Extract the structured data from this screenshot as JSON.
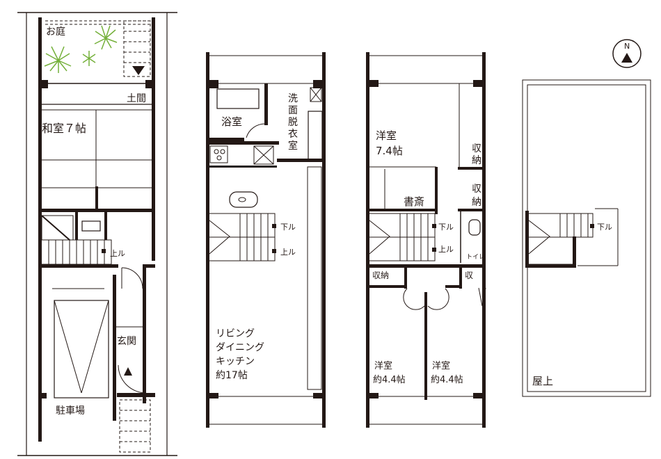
{
  "colors": {
    "ink": "#231815",
    "plant": "#74b03a",
    "background": "#ffffff"
  },
  "compass": {
    "letter": "N",
    "icon": "north-arrow-icon"
  },
  "floor1": {
    "garden": "お庭",
    "doma": "土間",
    "washitsu": "和室７帖",
    "up": "上ル",
    "entrance": "玄関",
    "parking": "駐車場"
  },
  "floor2": {
    "bath": "浴室",
    "dressing": [
      "洗",
      "面",
      "脱",
      "衣",
      "室"
    ],
    "down": "下ル",
    "up": "上ル",
    "ldk": [
      "リビング",
      "ダイニング",
      "キッチン",
      "約17帖"
    ]
  },
  "floor3": {
    "western": [
      "洋室",
      "7.4帖"
    ],
    "closet_a": [
      "収",
      "納"
    ],
    "closet_b": [
      "収",
      "納"
    ],
    "study": "書斎",
    "down": "下ル",
    "up": "上ル",
    "toilet": "トイレ",
    "storage": "収納",
    "storage_small": "収",
    "room_left": [
      "洋室",
      "約4.4帖"
    ],
    "room_right": [
      "洋室",
      "約4.4帖"
    ]
  },
  "roof": {
    "down": "下ル",
    "rooftop": "屋上"
  }
}
